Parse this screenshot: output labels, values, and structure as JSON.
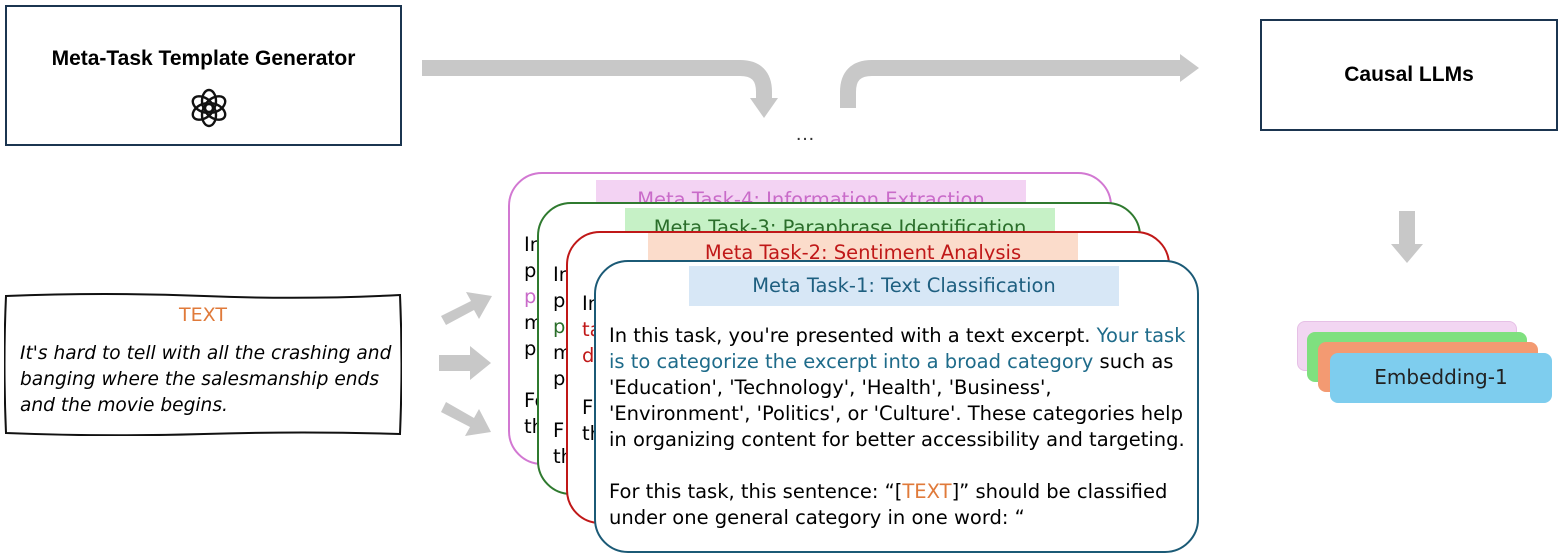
{
  "generator": {
    "title": "Meta-Task Template Generator",
    "icon": "openai-logo-icon"
  },
  "llm": {
    "title": "Causal LLMs"
  },
  "ellipsis": "…",
  "input": {
    "label": "TEXT",
    "sentence": "It's hard to tell with all the crashing and banging where the salesmanship ends and the movie begins."
  },
  "cards": [
    {
      "title": "Meta Task-4: Information Extraction",
      "color": "#d278d2"
    },
    {
      "title": "Meta Task-3: Paraphrase Identification",
      "color": "#2f7a2f"
    },
    {
      "title": "Meta Task-2: Sentiment Analysis",
      "color": "#c01818"
    },
    {
      "title": "Meta Task-1: Text Classification",
      "color": "#1b5a76",
      "intro": "In this task, you're presented with a text excerpt. ",
      "highlight": "Your task is to categorize the excerpt into a broad category",
      "rest": " such as 'Education', 'Technology', 'Health', 'Business', 'Environment', 'Politics', or 'Culture'. These categories help in organizing content for better accessibility and targeting.",
      "prompt_prefix": "For this task, this sentence: “[",
      "prompt_text": "TEXT",
      "prompt_suffix": "]” should be classified under one general category in one word: “"
    }
  ],
  "embedding": {
    "label": "Embedding-1"
  }
}
